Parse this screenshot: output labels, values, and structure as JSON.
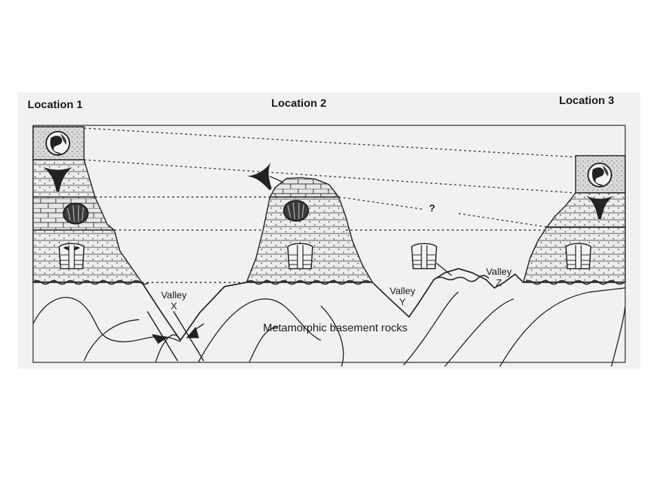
{
  "labels": {
    "location1": "Location 1",
    "location2": "Location 2",
    "location3": "Location 3",
    "valley_x_word": "Valley",
    "valley_x_letter": "X",
    "valley_y_word": "Valley",
    "valley_y_letter": "Y",
    "valley_z_word": "Valley",
    "valley_z_letter": "Z",
    "basement": "Metamorphic basement rocks",
    "unknown": "?"
  },
  "colors": {
    "figure_bg": "#f1f1f1",
    "ink": "#1a1a1a",
    "limestone": "#e6e6e6",
    "shale": "#ececec",
    "top_unit": "#d9d9d9"
  },
  "fossils": [
    "globe-fossil",
    "crinoid-fossil",
    "brachiopod-fossil",
    "trilobite-fossil"
  ]
}
